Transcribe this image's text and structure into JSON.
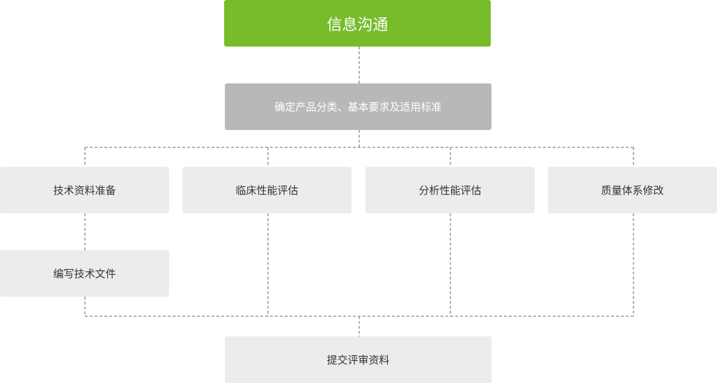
{
  "diagram": {
    "root": "信息沟通",
    "step": "确定产品分类、基本要求及适用标准",
    "branches": [
      "技术资料准备",
      "临床性能评估",
      "分析性能评估",
      "质量体系修改"
    ],
    "sub": "编写技术文件",
    "final": "提交评审资料"
  },
  "colors": {
    "root": "#76bc2b",
    "step": "#b8b8b8",
    "box": "#ececec",
    "line": "#888888"
  }
}
